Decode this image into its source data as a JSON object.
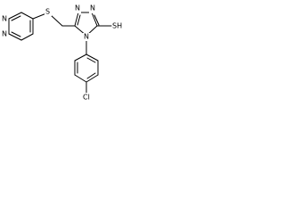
{
  "atoms": {
    "pyrimidine_n1": "N",
    "pyrimidine_n3": "N",
    "thioether_s": "S",
    "triazole_n1": "N",
    "triazole_n2": "N",
    "triazole_n4": "N",
    "thiol": "SH",
    "chlorine": "Cl"
  }
}
